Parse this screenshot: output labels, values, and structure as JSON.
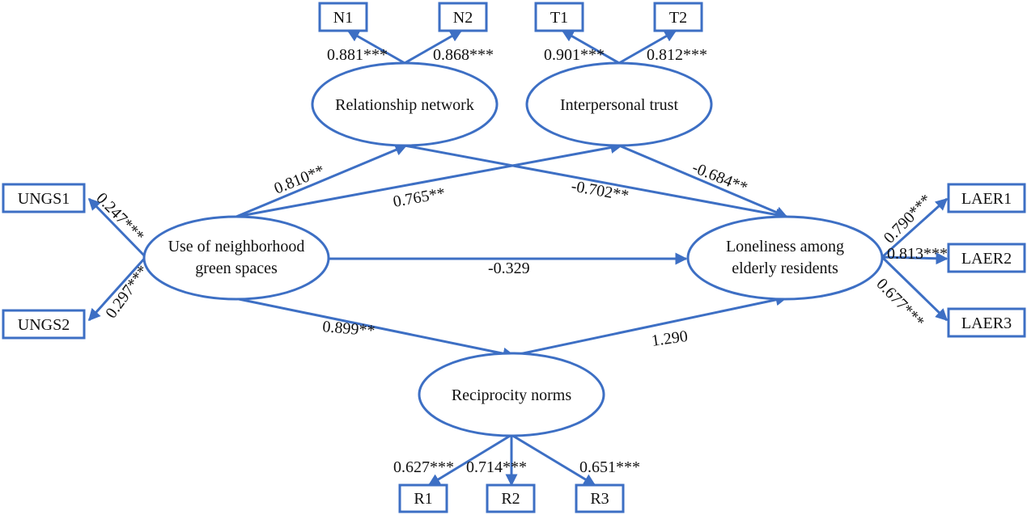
{
  "colors": {
    "line": "#3d6fc4",
    "text": "#111111",
    "background": "#ffffff"
  },
  "nodes": {
    "n1": "N1",
    "n2": "N2",
    "t1": "T1",
    "t2": "T2",
    "ungs1": "UNGS1",
    "ungs2": "UNGS2",
    "laer1": "LAER1",
    "laer2": "LAER2",
    "laer3": "LAER3",
    "r1": "R1",
    "r2": "R2",
    "r3": "R3",
    "relationship": "Relationship network",
    "trust": "Interpersonal trust",
    "green_line1": "Use of neighborhood",
    "green_line2": "green spaces",
    "lonely_line1": "Loneliness among",
    "lonely_line2": "elderly residents",
    "reciprocity": "Reciprocity norms"
  },
  "coefficients": {
    "rel_n1": "0.881***",
    "rel_n2": "0.868***",
    "trust_t1": "0.901***",
    "trust_t2": "0.812***",
    "green_ungs1": "0.247***",
    "green_ungs2": "0.297***",
    "lonely_laer1": "0.790***",
    "lonely_laer2": "0.813***",
    "lonely_laer3": "0.677***",
    "green_rel": "0.810**",
    "green_trust": "0.765**",
    "trust_lonely": "-0.684**",
    "rel_lonely": "-0.702**",
    "green_lonely": "-0.329",
    "green_recip": "0.899**",
    "recip_lonely": "1.290",
    "recip_r1": "0.627***",
    "recip_r2": "0.714***",
    "recip_r3": "0.651***"
  }
}
